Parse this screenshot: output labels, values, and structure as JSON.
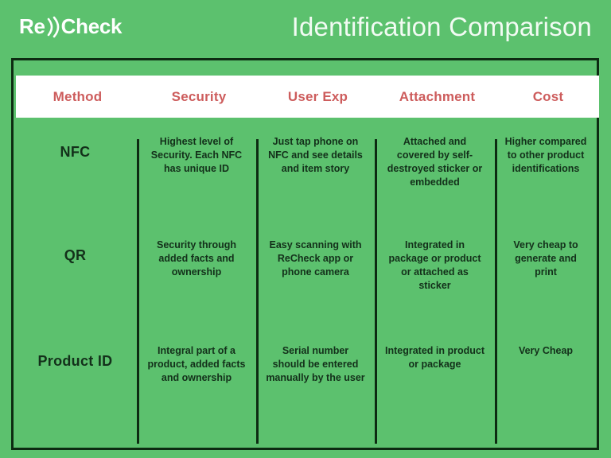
{
  "brand": {
    "logo_prefix": "Re",
    "logo_suffix": "Check",
    "logo_icon": "nfc-wave-icon"
  },
  "header": {
    "title": "Identification Comparison"
  },
  "colors": {
    "background_green": "#5cc16e",
    "border_dark": "#0d2b12",
    "header_text_red": "#cd5c5c",
    "header_band_white": "#ffffff",
    "body_text": "#13301a",
    "title_white": "#f2fbf3"
  },
  "table": {
    "columns": [
      "Method",
      "Security",
      "User Exp",
      "Attachment",
      "Cost"
    ],
    "rows": [
      {
        "method": "NFC",
        "security": "Highest level of Security. Each NFC has unique ID",
        "user_exp": "Just tap phone on NFC and see details and item story",
        "attachment": "Attached and covered by self-destroyed sticker or embedded",
        "cost": "Higher compared to other product identifications"
      },
      {
        "method": "QR",
        "security": "Security through added facts and ownership",
        "user_exp": "Easy scanning with ReCheck app or phone camera",
        "attachment": "Integrated in package or product or attached as sticker",
        "cost": "Very cheap to generate and print"
      },
      {
        "method": "Product ID",
        "security": "Integral part of a product, added facts and ownership",
        "user_exp": "Serial number should be entered manually by the user",
        "attachment": "Integrated in product or package",
        "cost": "Very Cheap"
      }
    ]
  }
}
